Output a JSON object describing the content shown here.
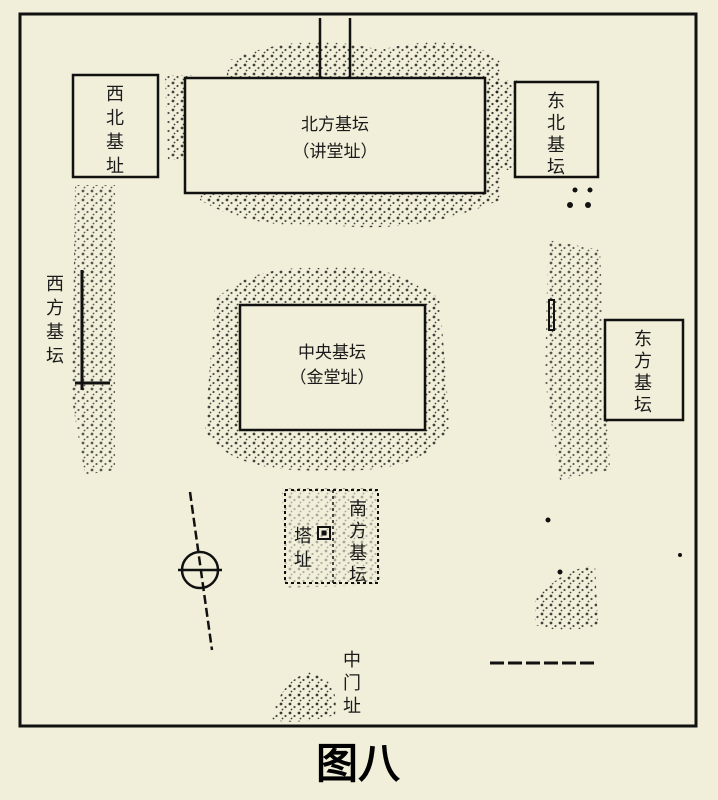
{
  "labels": {
    "north_line1": "北方基坛",
    "north_line2": "（讲堂址）",
    "central_line1": "中央基坛",
    "central_line2": "（金堂址）",
    "northwest": [
      "西",
      "北",
      "基",
      "址"
    ],
    "northeast": [
      "东",
      "北",
      "基",
      "坛"
    ],
    "west": [
      "西",
      "方",
      "基",
      "坛"
    ],
    "east": [
      "东",
      "方",
      "基",
      "坛"
    ],
    "south": [
      "南",
      "方",
      "基",
      "坛"
    ],
    "pagoda": [
      "塔",
      "址"
    ],
    "middle_gate": [
      "中",
      "门",
      "址"
    ]
  },
  "caption": "图八"
}
